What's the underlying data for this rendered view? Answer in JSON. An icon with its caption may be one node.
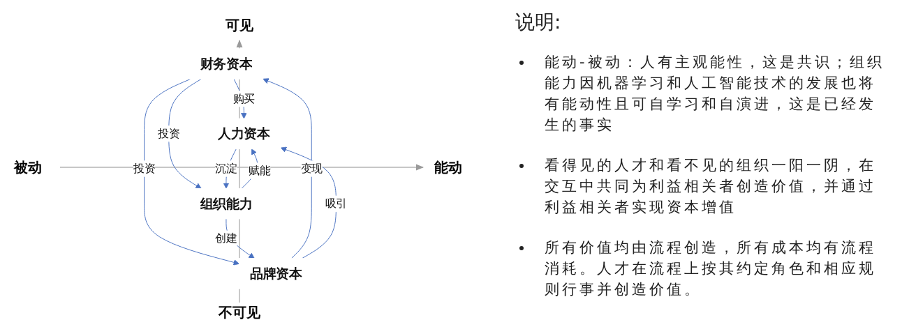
{
  "diagram": {
    "nodes": [
      {
        "text": [
          "财务资本"
        ]
      },
      {
        "text": [
          "人力资本"
        ]
      },
      {
        "text": [
          "品牌资本"
        ]
      },
      {
        "text": [
          "组织能力"
        ]
      }
    ],
    "edges": [
      {
        "from": 0,
        "to": 1,
        "arrow": "to",
        "label": "购买"
      },
      {
        "from": 0,
        "to": 2,
        "arrow": "to",
        "label": "投资"
      },
      {
        "from": 0,
        "to": 3,
        "arrow": "to",
        "label": "投资"
      },
      {
        "from": 2,
        "to": 0,
        "arrow": "to",
        "label": "变现"
      },
      {
        "from": 2,
        "to": 1,
        "arrow": "to",
        "label": "吸引"
      },
      {
        "from": 1,
        "to": 3,
        "arrow": "to",
        "label": "沉淀"
      },
      {
        "from": 3,
        "to": 1,
        "arrow": "to",
        "label": "赋能"
      },
      {
        "from": 3,
        "to": 2,
        "arrow": "to",
        "label": "创建"
      }
    ],
    "labels": [
      "可见",
      "被动",
      "能动",
      "不可见",
      "说明:",
      "能动-被动：人有主观能性，这是共识；组织能力因机器学习和人工智能技术的发展也将有能动性且可自学习和自演进，这是已经发生的事实",
      "看得见的人才和看不见的组织一阳一阴，在交互中共同为利益相关者创造价值，并通过利益相关者实现资本增值",
      "所有价值均由流程创造，所有成本均有流程消耗。人才在流程上按其约定角色和相应规则行事并创造价值。"
    ]
  }
}
